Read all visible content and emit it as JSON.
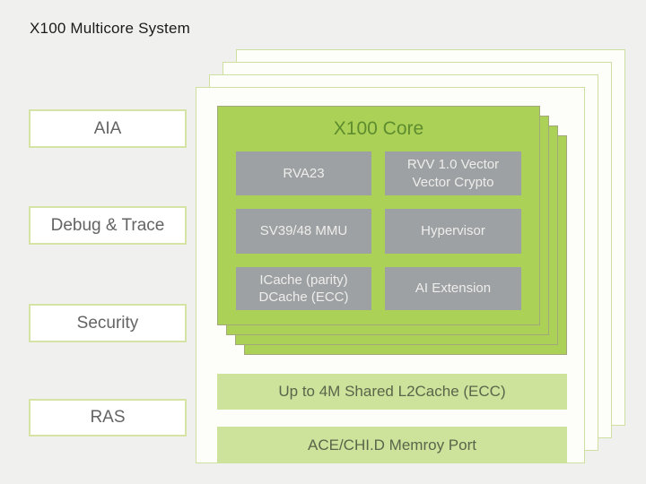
{
  "page": {
    "title": "X100 Multicore System"
  },
  "sidebar": {
    "items": [
      {
        "label": "AIA"
      },
      {
        "label": "Debug & Trace"
      },
      {
        "label": "Security"
      },
      {
        "label": "RAS"
      }
    ]
  },
  "core": {
    "title": "X100 Core",
    "features": [
      {
        "label": "RVA23"
      },
      {
        "label": "RVV 1.0 Vector\nVector Crypto"
      },
      {
        "label": "SV39/48 MMU"
      },
      {
        "label": "Hypervisor"
      },
      {
        "label": "ICache (parity)\nDCache (ECC)"
      },
      {
        "label": "AI Extension"
      }
    ]
  },
  "bars": [
    {
      "label": "Up to 4M Shared L2Cache (ECC)"
    },
    {
      "label": "ACE/CHI.D Memroy Port"
    }
  ],
  "colors": {
    "background": "#f0f0ee",
    "core_green": "#abd257",
    "bar_green": "#cde29b",
    "feature_grey": "#9ea1a3",
    "card_border_green": "#cde0a0",
    "core_title_green": "#5e8c2e",
    "text_grey": "#646464"
  }
}
